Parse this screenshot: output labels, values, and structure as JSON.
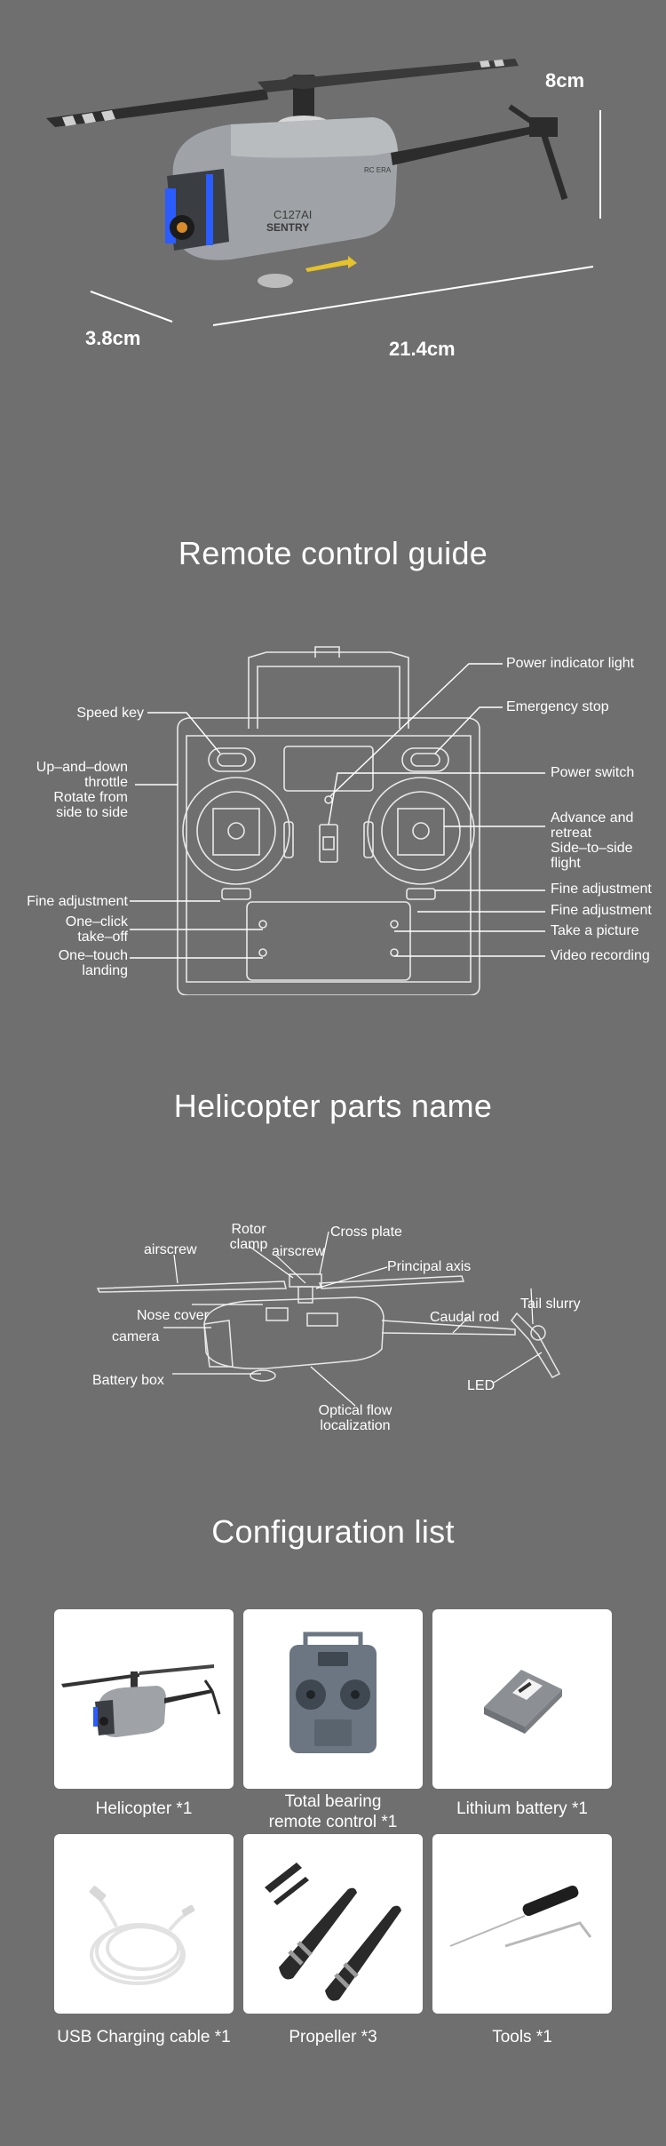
{
  "dimensions": {
    "height": "8cm",
    "width": "3.8cm",
    "length": "21.4cm"
  },
  "helicopter_print": {
    "model": "C127AI",
    "name": "SENTRY",
    "tag": "RC ERA"
  },
  "remote_guide": {
    "title": "Remote control guide",
    "left_labels": {
      "speed_key": "Speed key",
      "throttle": "Up–and–down\nthrottle\nRotate from\nside to side",
      "fine_adjustment": "Fine adjustment",
      "takeoff": "One–click\ntake–off",
      "landing": "One–touch\nlanding"
    },
    "right_labels": {
      "power_light": "Power indicator light",
      "emergency_stop": "Emergency stop",
      "power_switch": "Power switch",
      "advance": "Advance and\nretreat\nSide–to–side\nflight",
      "fine_adjustment_1": "Fine adjustment",
      "fine_adjustment_2": "Fine adjustment",
      "picture": "Take a picture",
      "video": "Video recording"
    }
  },
  "parts": {
    "title": "Helicopter parts name",
    "labels": {
      "airscrew_left": "airscrew",
      "rotor_clamp": "Rotor\nclamp",
      "airscrew_mid": "airscrew",
      "cross_plate": "Cross plate",
      "principal_axis": "Principal axis",
      "nose_cover": "Nose cover",
      "camera": "camera",
      "battery_box": "Battery box",
      "caudal_rod": "Caudal rod",
      "tail_slurry": "Tail slurry",
      "led": "LED",
      "optical_flow": "Optical flow\nlocalization"
    }
  },
  "config": {
    "title": "Configuration list",
    "items": [
      {
        "label": "Helicopter *1",
        "icon": "helicopter-icon"
      },
      {
        "label": "Total bearing\nremote control *1",
        "icon": "remote-control-icon"
      },
      {
        "label": "Lithium battery *1",
        "icon": "battery-icon"
      },
      {
        "label": "USB Charging cable *1",
        "icon": "usb-cable-icon"
      },
      {
        "label": "Propeller *3",
        "icon": "propeller-icon"
      },
      {
        "label": "Tools *1",
        "icon": "tools-icon"
      }
    ]
  },
  "colors": {
    "background": "#6f6f6f",
    "body_gray": "#9a9da0",
    "accent_blue": "#2a5cff",
    "line_white": "#ffffff"
  }
}
